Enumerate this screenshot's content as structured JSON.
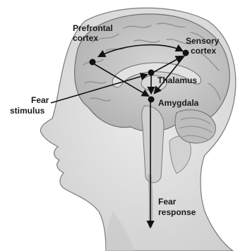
{
  "labels": {
    "prefrontal_line1": "Prefrontal",
    "prefrontal_line2": "cortex",
    "sensory_line1": "Sensory",
    "sensory_line2": "cortex",
    "thalamus": "Thalamus",
    "amygdala": "Amygdala",
    "fear_stimulus_line1": "Fear",
    "fear_stimulus_line2": "stimulus",
    "fear_response_line1": "Fear",
    "fear_response_line2": "response"
  },
  "colors": {
    "head_fill": "#dcdcdc",
    "head_outline": "#7a7a7a",
    "brain_fill": "#c4c4c4",
    "brain_groove": "#8e8e8e",
    "node": "#111111",
    "arrow": "#111111"
  }
}
